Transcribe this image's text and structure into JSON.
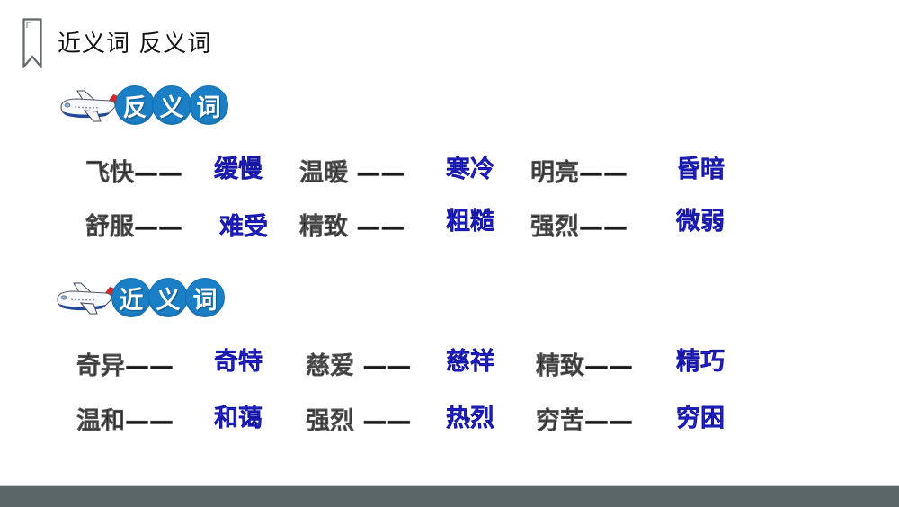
{
  "header": {
    "title": "近义词 反义词",
    "icon": "bookmark-icon"
  },
  "antonyms": {
    "badge": {
      "chars": [
        "反",
        "义",
        "词"
      ],
      "icon": "airplane-icon"
    },
    "pairs": [
      {
        "term": "飞快——",
        "answer": "缓慢"
      },
      {
        "term": "温暖 ——",
        "answer": "寒冷"
      },
      {
        "term": "明亮——",
        "answer": "昏暗"
      },
      {
        "term": "舒服——",
        "answer": "难受"
      },
      {
        "term": "精致 ——",
        "answer": "粗糙"
      },
      {
        "term": "强烈——",
        "answer": "微弱"
      }
    ]
  },
  "synonyms": {
    "badge": {
      "chars": [
        "近",
        "义",
        "词"
      ],
      "icon": "airplane-icon"
    },
    "pairs": [
      {
        "term": "奇异——",
        "answer": "奇特"
      },
      {
        "term": "慈爱 ——",
        "answer": "慈祥"
      },
      {
        "term": "精致——",
        "answer": "精巧"
      },
      {
        "term": "温和——",
        "answer": "和蔼"
      },
      {
        "term": "强烈 ——",
        "answer": "热烈"
      },
      {
        "term": "穷苦——",
        "answer": "穷困"
      }
    ]
  },
  "colors": {
    "badge_blue": "#1b7fc6",
    "answer_blue": "#2b2bf0",
    "term_black": "#1a1a1a",
    "footer": "#5a6766"
  }
}
